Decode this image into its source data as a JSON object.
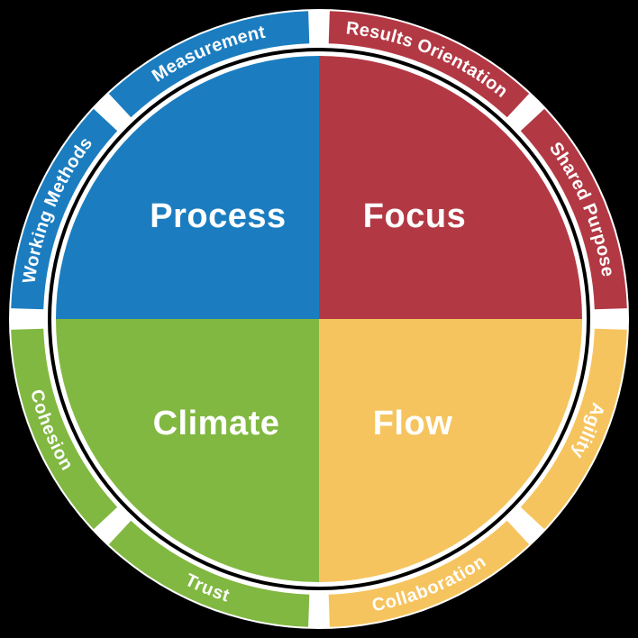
{
  "colors": {
    "background": "#000000",
    "disc": "#FFFFFF",
    "inner_outline": "#000000",
    "label_text": "#FFFFFF",
    "blue": "#1B7DC0",
    "red": "#B23944",
    "green": "#81B841",
    "yellow": "#F6C45E"
  },
  "quadrants": [
    {
      "label": "Process",
      "color": "#1B7DC0"
    },
    {
      "label": "Focus",
      "color": "#B23944"
    },
    {
      "label": "Climate",
      "color": "#81B841"
    },
    {
      "label": "Flow",
      "color": "#F6C45E"
    }
  ],
  "ring": [
    {
      "label": "Measurement",
      "color": "#1B7DC0"
    },
    {
      "label": "Results Orientation",
      "color": "#B23944"
    },
    {
      "label": "Shared Purpose",
      "color": "#B23944"
    },
    {
      "label": "Agility",
      "color": "#F6C45E"
    },
    {
      "label": "Collaboration",
      "color": "#F6C45E"
    },
    {
      "label": "Trust",
      "color": "#81B841"
    },
    {
      "label": "Cohesion",
      "color": "#81B841"
    },
    {
      "label": "Working Methods",
      "color": "#1B7DC0"
    }
  ]
}
